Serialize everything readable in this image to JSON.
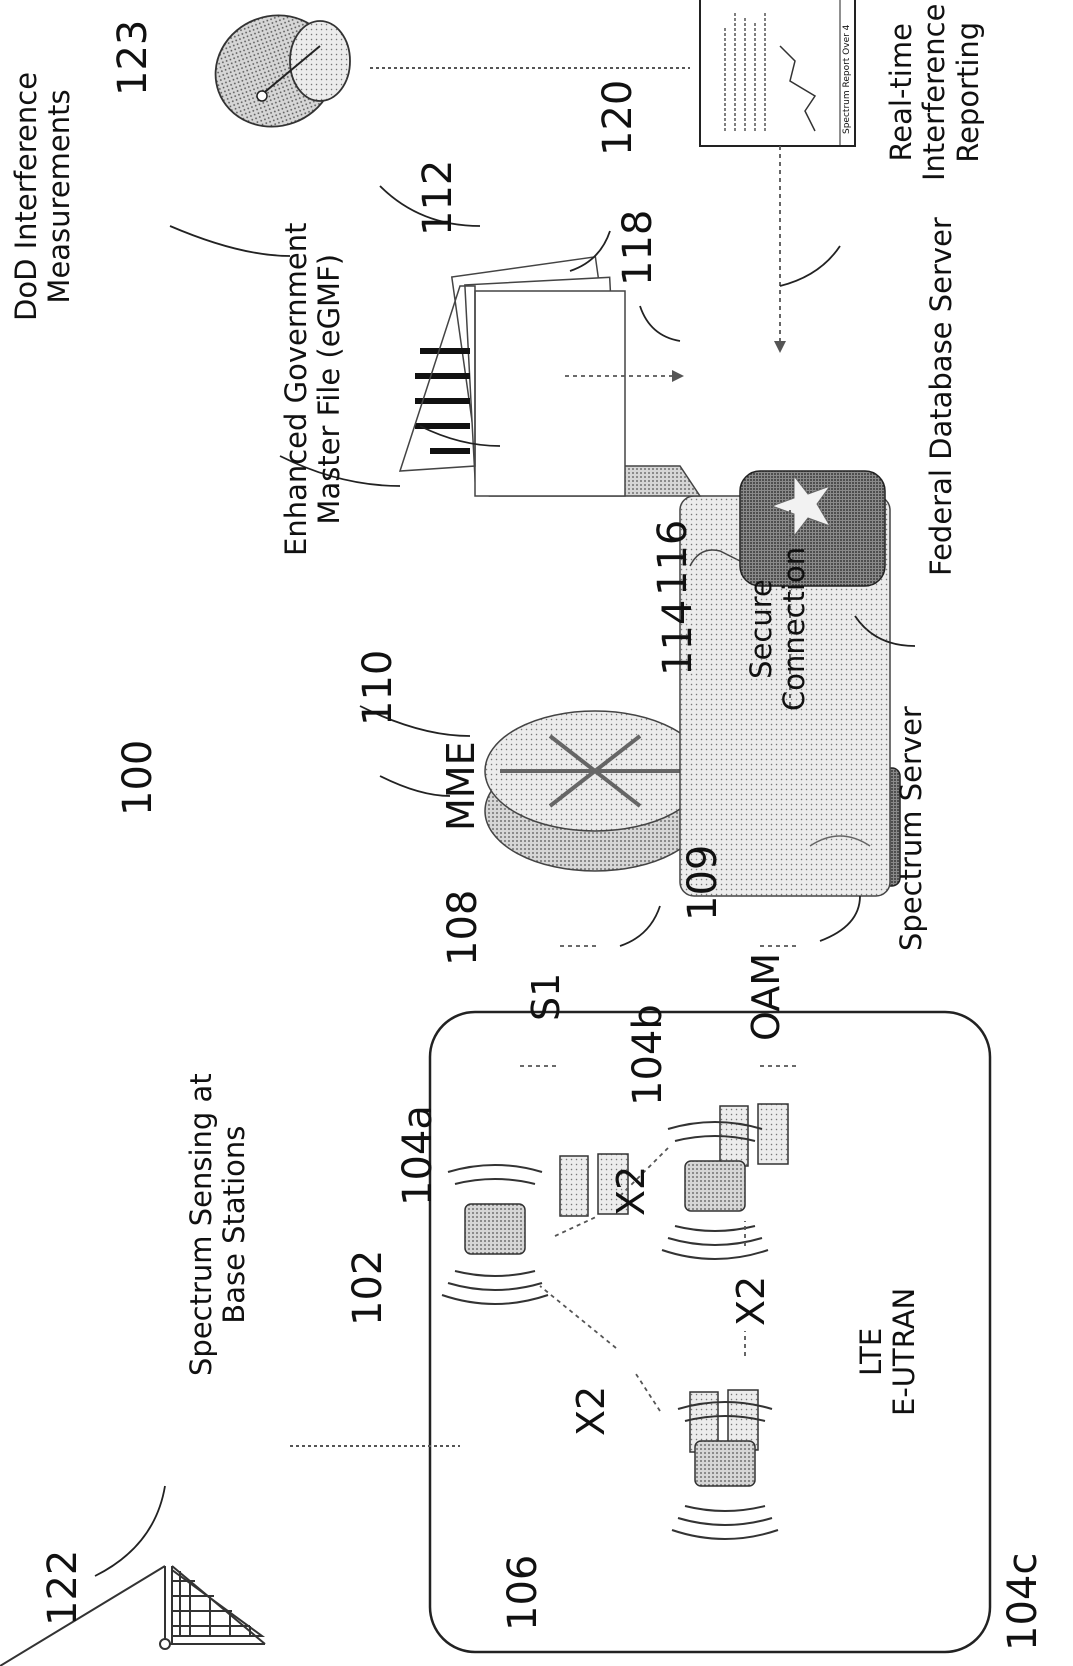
{
  "refs": {
    "r100": "100",
    "r102": "102",
    "r104a": "104a",
    "r104b": "104b",
    "r104c": "104c",
    "r106": "106",
    "r108": "108",
    "r109": "109",
    "r110": "110",
    "r112": "112",
    "r114": "114",
    "r116": "116",
    "r118": "118",
    "r120": "120",
    "r122": "122",
    "r123": "123"
  },
  "labels": {
    "spectrum_sensing": [
      "Spectrum Sensing at",
      "Base Stations"
    ],
    "lte": [
      "LTE",
      "E-UTRAN"
    ],
    "x2": "X2",
    "s1": "S1",
    "oam": "OAM",
    "mme": "MME",
    "spectrum_server": "Spectrum Server",
    "secure_connection": [
      "Secure",
      "Connection"
    ],
    "egmf": [
      "Enhanced Government",
      "Master File (eGMF)"
    ],
    "federal_db": "Federal Database Server",
    "dod": [
      "DoD Interference",
      "Measurements"
    ],
    "realtime": [
      "Real-time",
      "Interference",
      "Reporting"
    ],
    "report_doc_title": "Spectrum Report Over 4"
  }
}
